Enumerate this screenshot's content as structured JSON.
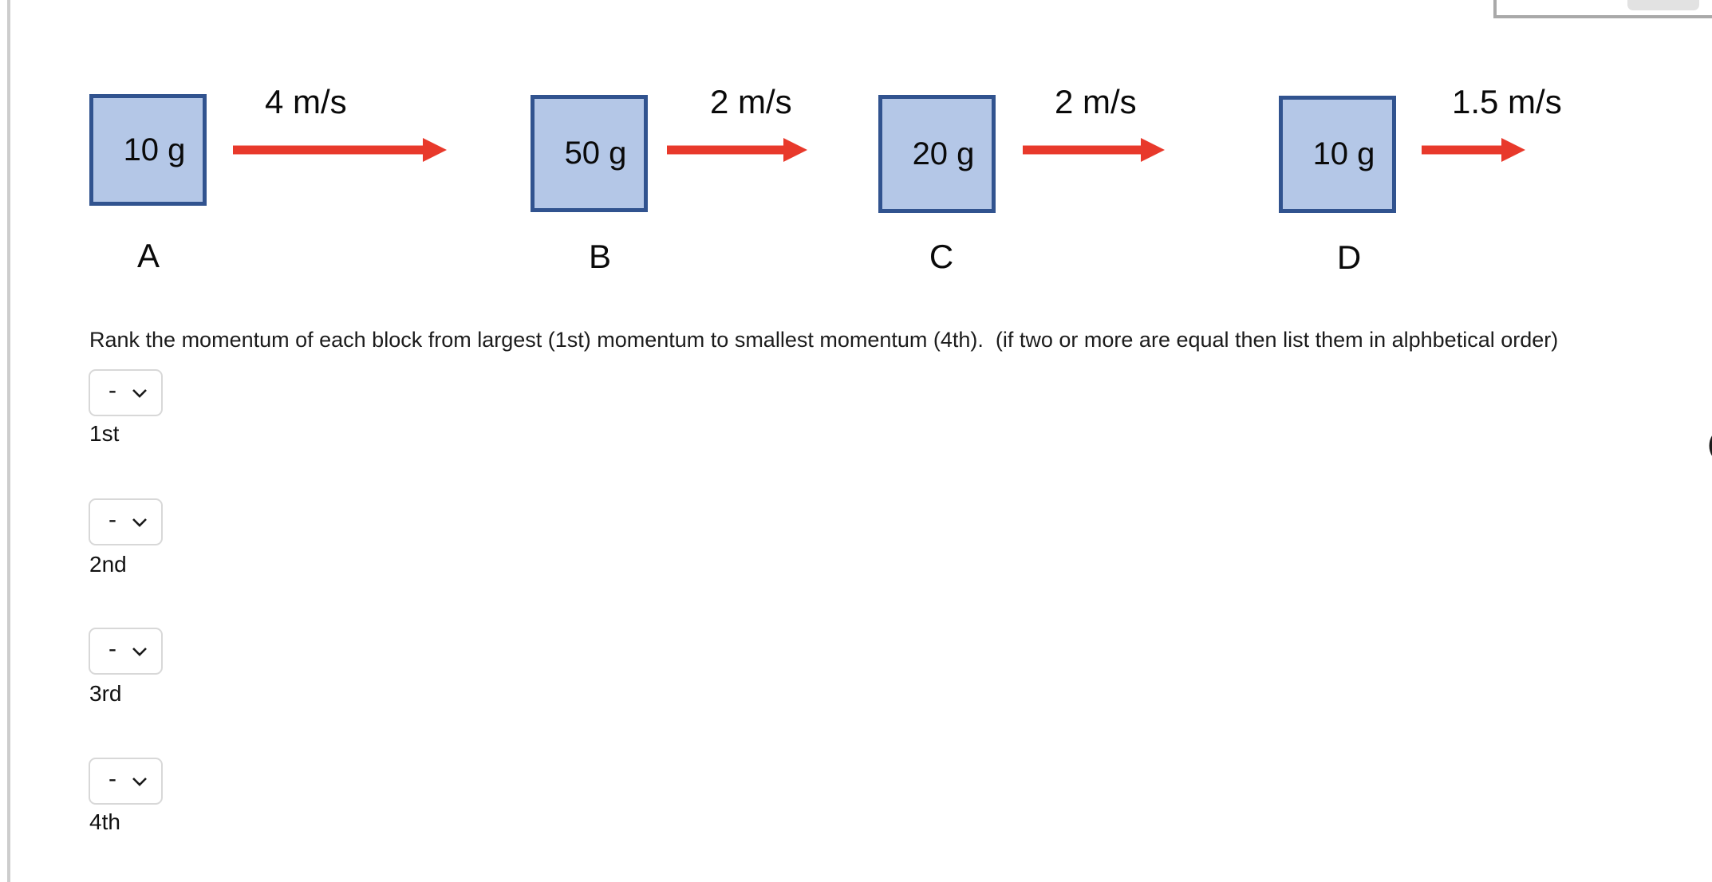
{
  "page": {
    "background": "#ffffff"
  },
  "diagram": {
    "block_fill": "#b4c7e7",
    "block_border": "#31538f",
    "arrow_color": "#e8392b",
    "blocks": [
      {
        "mass": "10 g",
        "letter": "A",
        "speed": "4 m/s"
      },
      {
        "mass": "50 g",
        "letter": "B",
        "speed": "2 m/s"
      },
      {
        "mass": "20 g",
        "letter": "C",
        "speed": "2 m/s"
      },
      {
        "mass": "10 g",
        "letter": "D",
        "speed": "1.5 m/s"
      }
    ]
  },
  "question": {
    "text": "Rank the momentum of each block from largest (1st) momentum to smallest momentum (4th).  (if two or more are equal then list them in alphbetical order)"
  },
  "ranking": [
    {
      "label": "1st",
      "value": "-"
    },
    {
      "label": "2nd",
      "value": "-"
    },
    {
      "label": "3rd",
      "value": "-"
    },
    {
      "label": "4th",
      "value": "-"
    }
  ]
}
